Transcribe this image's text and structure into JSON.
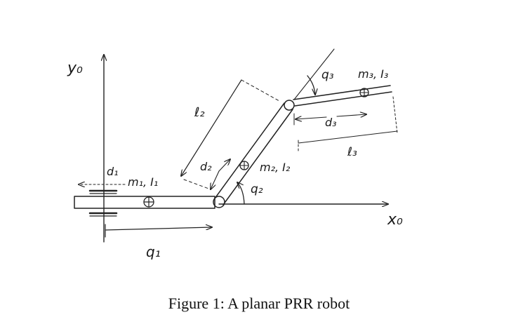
{
  "diagram": {
    "axis_y_label": "y₀",
    "axis_x_label": "x₀",
    "link1": {
      "d_label": "d₁",
      "mass_label": "m₁, I₁",
      "q_label": "q₁"
    },
    "link2": {
      "l_label": "ℓ₂",
      "d_label": "d₂",
      "mass_label": "m₂, I₂",
      "q_label": "q₂"
    },
    "link3": {
      "q_label": "q₃",
      "mass_label": "m₃, I₃",
      "d_label": "d₃",
      "l_label": "ℓ₃"
    }
  },
  "caption": "Figure 1: A planar PRR robot"
}
